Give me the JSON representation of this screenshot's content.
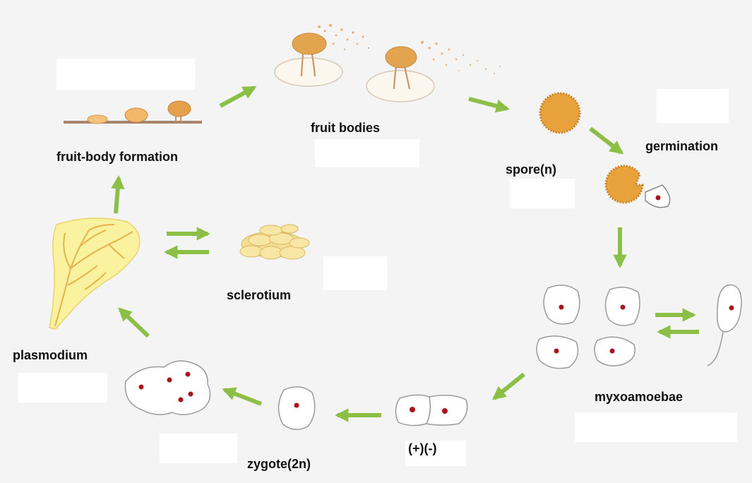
{
  "labels": {
    "fruit_bodies": "fruit bodies",
    "fruit_body_formation": "fruit-body formation",
    "spore": "spore(n)",
    "germination": "germination",
    "sclerotium": "sclerotium",
    "plasmodium": "plasmodium",
    "myxoamoebae": "myxoamoebae",
    "zygote": "zygote(2n)",
    "mating": "(+)(-)"
  },
  "colors": {
    "background": "#f4f4f4",
    "answer_box": "#ffffff",
    "arrow": "#8bbf45",
    "fruit_body": "#e3a450",
    "spore": "#e8a23c",
    "plasmodium": "#fbf2a0",
    "plasmodium_veins": "#e6b24c",
    "sclerotium": "#f8e6a4",
    "cell_outline": "#9a9a9a",
    "nucleus": "#a8141c"
  },
  "icons": [
    "fruit-body-formation-icon",
    "fruit-bodies-icon",
    "spore-icon",
    "germinating-spore-icon",
    "myxoamoebae-icon",
    "flagellated-cell-icon",
    "mating-cells-icon",
    "zygote-icon",
    "young-plasmodium-icon",
    "plasmodium-icon",
    "sclerotium-icon",
    "cycle-arrow-icon"
  ]
}
